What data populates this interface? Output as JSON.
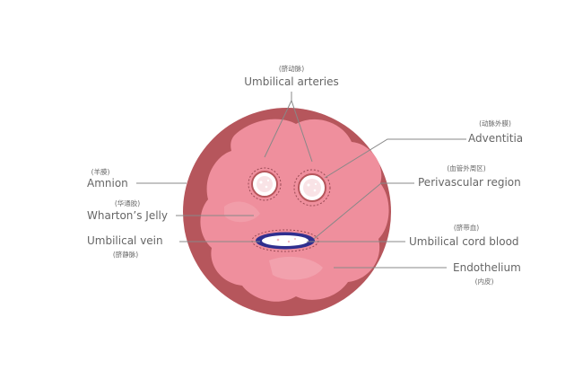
{
  "diagram": {
    "labels": {
      "umbilical_arteries": {
        "en": "Umbilical arteries",
        "cn": "(脐动脉)"
      },
      "adventitia": {
        "en": "Adventitia",
        "cn": "(动脉外膜)"
      },
      "amnion": {
        "en": "Amnion",
        "cn": "(羊膜)"
      },
      "perivascular_region": {
        "en": "Perivascular region",
        "cn": "(血管外周区)"
      },
      "whartons_jelly": {
        "en": "Wharton’s Jelly",
        "cn": "(华通胶)"
      },
      "umbilical_vein": {
        "en": "Umbilical vein",
        "cn": "(脐静脉)"
      },
      "umbilical_cord_blood": {
        "en": "Umbilical cord blood",
        "cn": "(脐带血)"
      },
      "endothelium": {
        "en": "Endothelium",
        "cn": "(内皮)"
      }
    },
    "colors": {
      "outer_ring": "#b6565c",
      "inner_tissue": "#ef8f9d",
      "inner_tissue_light": "#f6b7c1",
      "vein_ring": "#2f2f8f",
      "artery_fill": "#f9e3e6",
      "label_text": "#666666",
      "leader_line": "#888888"
    }
  }
}
